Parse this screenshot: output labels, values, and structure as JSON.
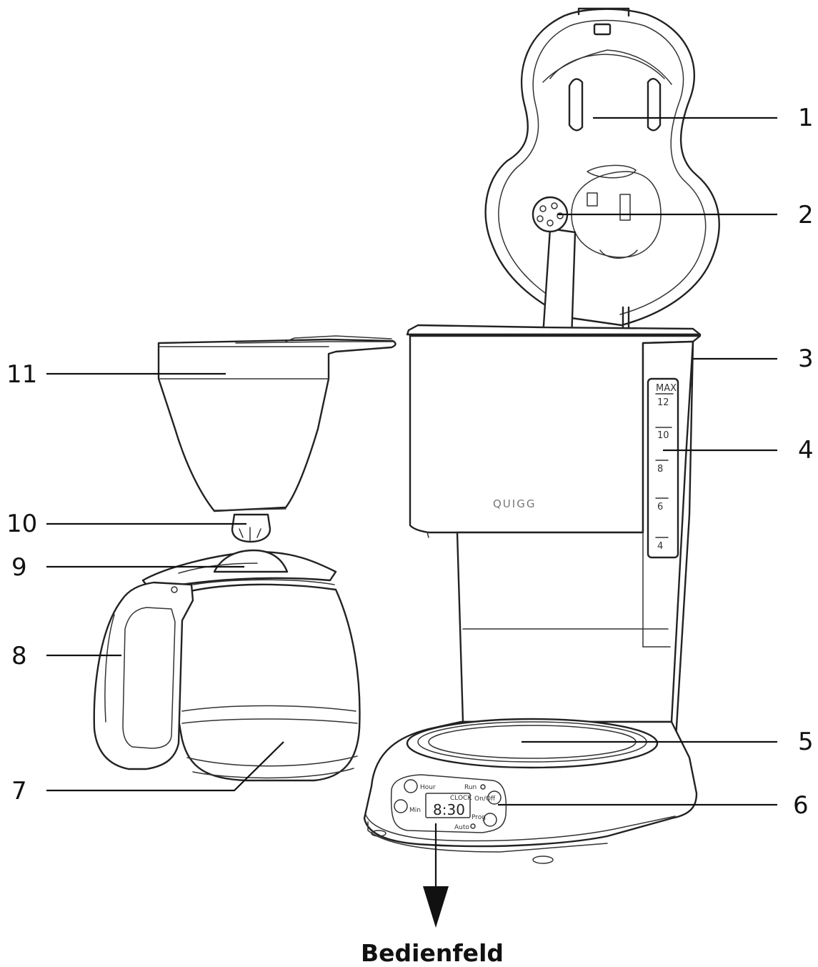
{
  "callouts": [
    {
      "id": "1",
      "label": "1"
    },
    {
      "id": "2",
      "label": "2"
    },
    {
      "id": "3",
      "label": "3"
    },
    {
      "id": "4",
      "label": "4"
    },
    {
      "id": "5",
      "label": "5"
    },
    {
      "id": "6",
      "label": "6"
    },
    {
      "id": "7",
      "label": "7"
    },
    {
      "id": "8",
      "label": "8"
    },
    {
      "id": "9",
      "label": "9"
    },
    {
      "id": "10",
      "label": "10"
    },
    {
      "id": "11",
      "label": "11"
    }
  ],
  "brand": "QUIGG",
  "water_scale": [
    "MAX",
    "12",
    "10",
    "8",
    "6",
    "4"
  ],
  "panel": {
    "display": "8:30",
    "display_small": "CLOCK",
    "labels": [
      "Hour",
      "Min",
      "Run",
      "On/Off",
      "Prog",
      "Auto"
    ]
  },
  "caption": "Bedienfeld"
}
